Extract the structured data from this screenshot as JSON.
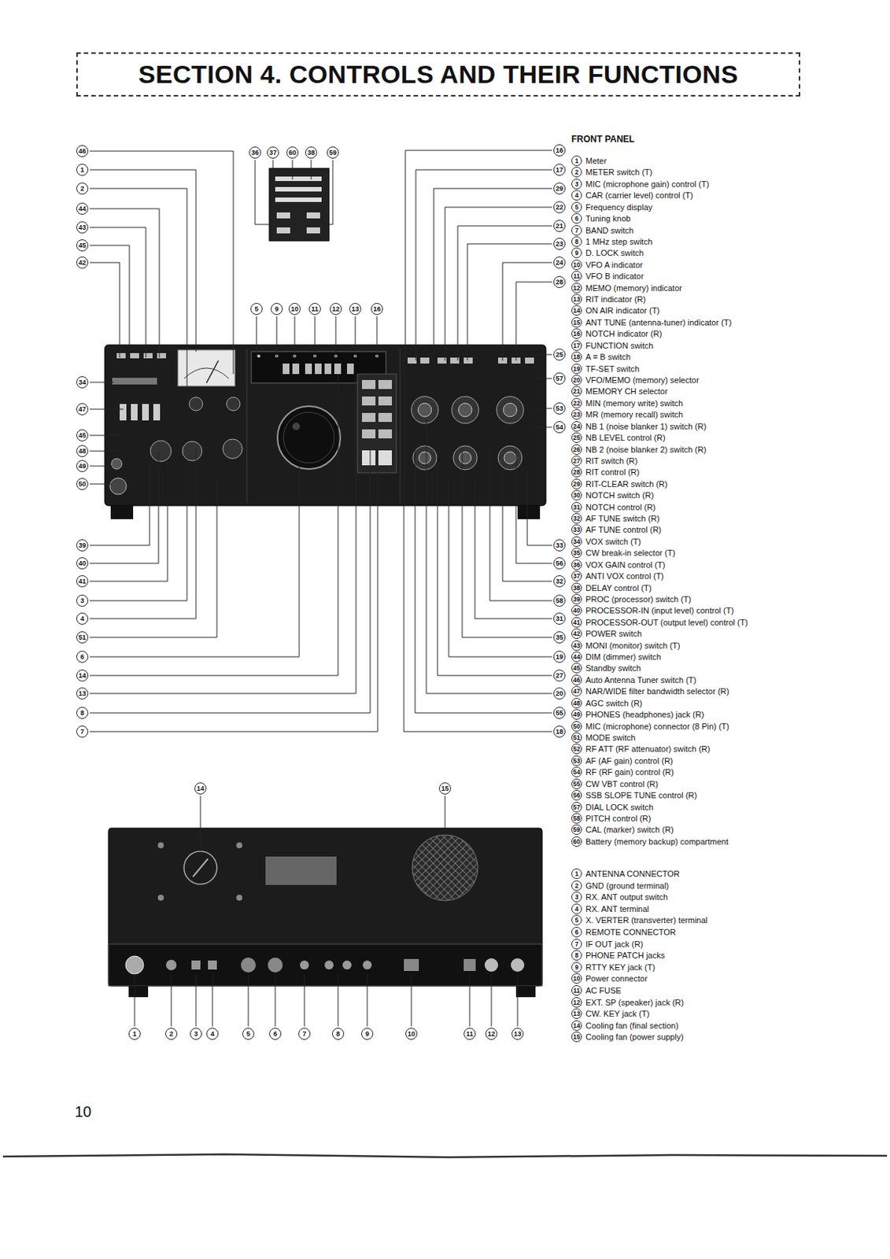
{
  "diagram": {
    "nodes": [
      {
        "text": [
          "SECTION 4. CONTROLS AND THEIR FUNCTIONS"
        ]
      }
    ],
    "labels": [
      "FRONT PANEL",
      "1",
      "Meter",
      "2",
      "METER switch (T)",
      "3",
      "MIC (microphone gain) control (T)",
      "4",
      "CAR (carrier level) control (T)",
      "5",
      "Frequency display",
      "6",
      "Tuning knob",
      "7",
      "BAND switch",
      "8",
      "1 MHz step switch",
      "9",
      "D. LOCK switch",
      "10",
      "VFO A indicator",
      "11",
      "VFO B indicator",
      "12",
      "MEMO (memory) indicator",
      "13",
      "RIT indicator (R)",
      "14",
      "ON AIR indicator (T)",
      "15",
      "ANT TUNE (antenna-tuner) indicator (T)",
      "16",
      "NOTCH indicator (R)",
      "17",
      "FUNCTION switch",
      "18",
      "A = B switch",
      "19",
      "TF-SET switch",
      "20",
      "VFO/MEMO (memory) selector",
      "21",
      "MEMORY CH selector",
      "22",
      "MIN (memory write) switch",
      "23",
      "MR (memory recall) switch",
      "24",
      "NB 1 (noise blanker 1) switch (R)",
      "25",
      "NB LEVEL control (R)",
      "26",
      "NB 2 (noise blanker 2) switch (R)",
      "27",
      "RIT switch (R)",
      "28",
      "RIT control (R)",
      "29",
      "RIT-CLEAR switch (R)",
      "30",
      "NOTCH switch (R)",
      "31",
      "NOTCH control (R)",
      "32",
      "AF TUNE switch (R)",
      "33",
      "AF TUNE control (R)",
      "34",
      "VOX switch (T)",
      "35",
      "CW break-in selector (T)",
      "36",
      "VOX GAIN control (T)",
      "37",
      "ANTI VOX control (T)",
      "38",
      "DELAY control (T)",
      "39",
      "PROC (processor) switch (T)",
      "40",
      "PROCESSOR-IN (input level) control (T)",
      "41",
      "PROCESSOR-OUT (output level) control (T)",
      "42",
      "POWER switch",
      "43",
      "MONI (monitor) switch (T)",
      "44",
      "DIM (dimmer) switch",
      "45",
      "Standby switch",
      "46",
      "Auto Antenna Tuner switch (T)",
      "47",
      "NAR/WIDE filter bandwidth selector (R)",
      "48",
      "AGC switch (R)",
      "49",
      "PHONES (headphones) jack (R)",
      "50",
      "MIC (microphone) connector (8 Pin) (T)",
      "51",
      "MODE switch",
      "52",
      "RF ATT (RF attenuator) switch (R)",
      "53",
      "AF (AF gain) control (R)",
      "54",
      "RF (RF gain) control (R)",
      "55",
      "CW VBT control (R)",
      "56",
      "SSB SLOPE TUNE control (R)",
      "57",
      "DIAL LOCK switch",
      "58",
      "PITCH control (R)",
      "59",
      "CAL (marker) switch (R)",
      "60",
      "Battery (memory backup) compartment",
      "1",
      "ANTENNA CONNECTOR",
      "2",
      "GND (ground terminal)",
      "3",
      "RX. ANT output switch",
      "4",
      "RX. ANT terminal",
      "5",
      "X. VERTER (transverter) terminal",
      "6",
      "REMOTE CONNECTOR",
      "7",
      "IF OUT jack (R)",
      "8",
      "PHONE PATCH jacks",
      "9",
      "RTTY KEY jack (T)",
      "10",
      "Power connector",
      "11",
      "AC FUSE",
      "12",
      "EXT. SP (speaker) jack (R)",
      "13",
      "CW. KEY jack (T)",
      "14",
      "Cooling fan (final section)",
      "15",
      "Cooling fan (power supply)",
      "46",
      "1",
      "2",
      "44",
      "43",
      "45",
      "42",
      "34",
      "47",
      "45",
      "48",
      "49",
      "50",
      "39",
      "40",
      "41",
      "3",
      "4",
      "51",
      "6",
      "14",
      "13",
      "8",
      "7",
      "36",
      "37",
      "60",
      "38",
      "59",
      "5",
      "9",
      "10",
      "11",
      "12",
      "13",
      "16",
      "16",
      "17",
      "29",
      "22",
      "21",
      "23",
      "24",
      "28",
      "25",
      "57",
      "53",
      "54",
      "33",
      "56",
      "32",
      "58",
      "31",
      "35",
      "19",
      "27",
      "20",
      "55",
      "18",
      "14",
      "15",
      "1",
      "2",
      "3",
      "4",
      "5",
      "6",
      "7",
      "8",
      "9",
      "10",
      "11",
      "12",
      "13",
      "10"
    ]
  }
}
